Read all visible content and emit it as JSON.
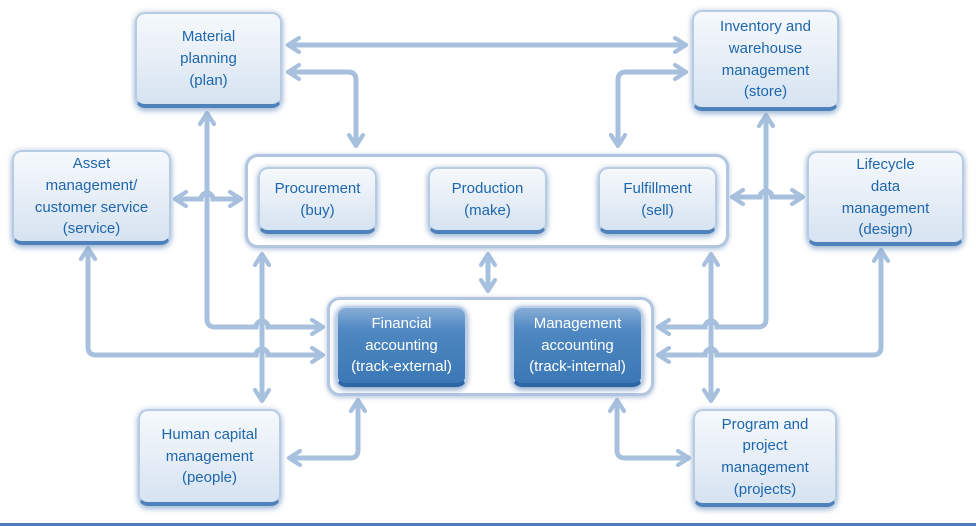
{
  "diagram": {
    "nodes": {
      "material_planning": {
        "label": "Material\nplanning\n(plan)"
      },
      "inventory_warehouse": {
        "label": "Inventory and\nwarehouse\nmanagement\n(store)"
      },
      "asset_customer_service": {
        "label": "Asset\nmanagement/\ncustomer service\n(service)"
      },
      "lifecycle_data": {
        "label": "Lifecycle\ndata\nmanagement\n(design)"
      },
      "procurement": {
        "label": "Procurement\n(buy)"
      },
      "production": {
        "label": "Production\n(make)"
      },
      "fulfillment": {
        "label": "Fulfillment\n(sell)"
      },
      "financial_accounting": {
        "label": "Financial\naccounting\n(track-external)"
      },
      "management_accounting": {
        "label": "Management\naccounting\n(track-internal)"
      },
      "human_capital": {
        "label": "Human capital\nmanagement\n(people)"
      },
      "program_project": {
        "label": "Program and\nproject\nmanagement\n(projects)"
      }
    },
    "colors": {
      "node_text": "#1e66ad",
      "dark_node_text": "#ffffff",
      "arrow": "#a7c0dd",
      "light_box_border": "#b7cbe3",
      "light_box_bottom_accent": "#4f81ba",
      "dark_box_fill": "#3b78b5",
      "container_border": "#b3c6e0",
      "bottom_rule": "#4c7fba"
    }
  }
}
